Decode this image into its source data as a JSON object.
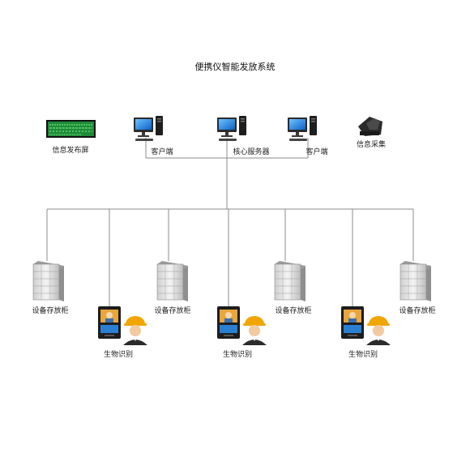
{
  "title": "便携仪智能发放系统",
  "top_row": {
    "info_screen": {
      "label": "信息发布屏",
      "icon": "led-display-icon",
      "screen_color": "#1f8a3a"
    },
    "client_left": {
      "label": "客户端",
      "icon": "desktop-computer-icon"
    },
    "core_server": {
      "label": "核心服务器",
      "icon": "desktop-computer-icon"
    },
    "client_right": {
      "label": "客户端",
      "icon": "desktop-computer-icon"
    },
    "info_collect": {
      "label": "信息采集",
      "icon": "fingerprint-scanner-icon"
    }
  },
  "cabinets": [
    {
      "label": "设备存放柜"
    },
    {
      "label": "设备存放柜"
    },
    {
      "label": "设备存放柜"
    },
    {
      "label": "设备存放柜"
    }
  ],
  "biometric": [
    {
      "label": "生物识别"
    },
    {
      "label": "生物识别"
    },
    {
      "label": "生物识别"
    }
  ],
  "colors": {
    "monitor_screen": "#1c8ae6",
    "helmet": "#f0a500",
    "terminal_screen": "#e9a63a",
    "wire": "#8c8c8c"
  }
}
